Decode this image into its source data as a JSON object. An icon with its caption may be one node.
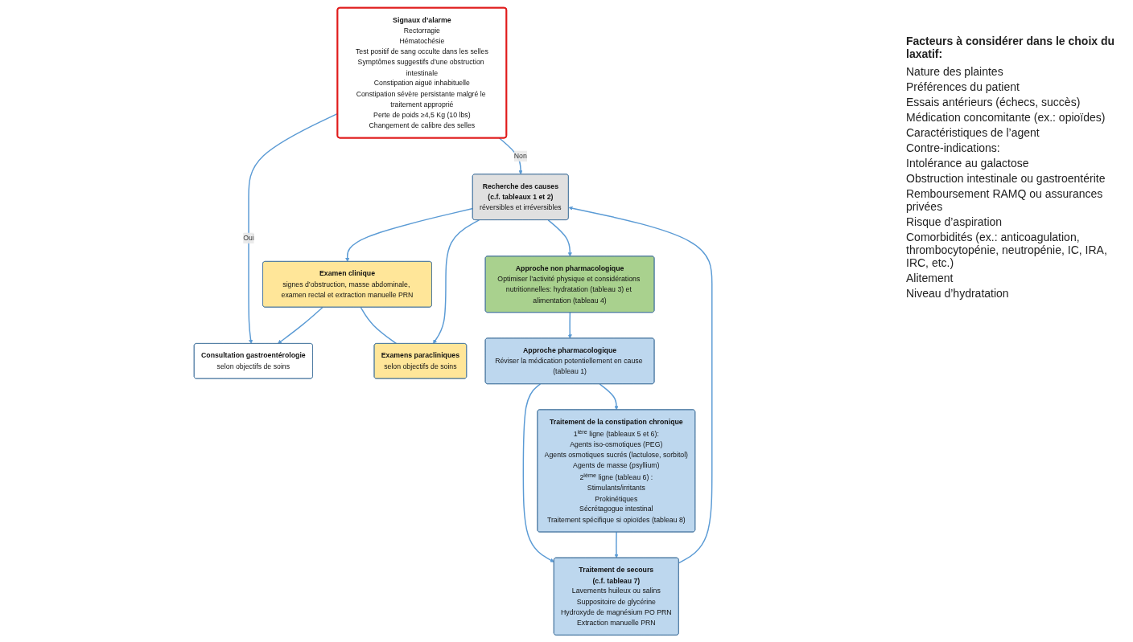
{
  "diagram": {
    "nodes": [
      {
        "text": [
          "Signaux d’alarme",
          "Rectorragie",
          "Hématochésie",
          "Test positif de sang occulte dans les selles",
          "Symptômes suggestifs d’une obstruction intestinale",
          "Constipation aiguë inhabituelle",
          "Constipation sévère persistante malgré le traitement approprié",
          "Perte de poids ≥4,5 Kg (10 lbs)",
          "Changement de calibre des selles"
        ]
      },
      {
        "text": [
          "Consultation gastroentérologie",
          "selon objectifs de soins"
        ]
      },
      {
        "text": [
          "Recherche des causes",
          "(c.f. tableaux 1 et 2)",
          "réversibles et irréversibles"
        ]
      },
      {
        "text": [
          "Examen clinique",
          "signes d’obstruction, masse abdominale, examen rectal et extraction manuelle PRN"
        ]
      },
      {
        "text": [
          "Examens paracliniques",
          "selon objectifs de soins"
        ]
      },
      {
        "text": [
          "Approche non pharmacologique",
          "Optimiser l’activité physique et considérations nutritionnelles: hydratation (tableau 3) et alimentation (tableau 4)"
        ]
      },
      {
        "text": [
          "Approche pharmacologique",
          "Réviser la médication potentiellement en cause (tableau 1)"
        ]
      },
      {
        "text": [
          "Traitement de secours",
          "(c.f. tableau 7)",
          "Lavements huileux ou salins",
          "Suppositoire de glycérine",
          "Hydroxyde de magnésium PO PRN",
          "Extraction manuelle PRN"
        ]
      },
      {
        "text": [
          "Traitement de la constipation chronique",
          "1$^{ière}$ ligne (tableaux 5 et 6):",
          "Agents iso-osmotiques (PEG)",
          "Agents osmotiques sucrés (lactulose, sorbitol)",
          "Agents de masse (psyllium)",
          "2$^{ième}$ ligne (tableau 6) :",
          "Stimulants/irritants",
          "Prokinétiques",
          "Sécrétagogue intestinal",
          "Traitement spécifique si opioïdes (tableau 8)"
        ]
      }
    ],
    "edges": [
      {
        "from": 0,
        "to": 1,
        "arrow": "to",
        "label": "Oui"
      },
      {
        "from": 0,
        "to": 2,
        "arrow": "to",
        "label": "Non"
      },
      {
        "from": 2,
        "to": 3,
        "arrow": "to"
      },
      {
        "from": 2,
        "to": 4,
        "arrow": "to"
      },
      {
        "from": 3,
        "to": 1,
        "arrow": "to"
      },
      {
        "from": 3,
        "to": 4,
        "arrow": "none"
      },
      {
        "from": 2,
        "to": 5,
        "arrow": "to"
      },
      {
        "from": 5,
        "to": 6,
        "arrow": "to"
      },
      {
        "from": 6,
        "to": 7,
        "arrow": "to"
      },
      {
        "from": 6,
        "to": 8,
        "arrow": "to"
      },
      {
        "from": 8,
        "to": 7,
        "arrow": "to"
      },
      {
        "from": 7,
        "to": 2,
        "arrow": "to"
      }
    ],
    "labels": [
      "Facteurs à considérer dans le choix du laxatif:",
      "Nature des plaintes",
      "Préférences du patient",
      "Essais antérieurs (échecs, succès)",
      "Médication concomitante (ex.: opioïdes)",
      "Caractéristiques de l’agent",
      "Contre-indications:",
      "Intolérance au galactose",
      "Obstruction intestinale ou gastroentérite",
      "Remboursement RAMQ ou assurances privées",
      "Risque d’aspiration",
      "Comorbidités (ex.: anticoagulation, thrombocytopénie, neutropénie, IC, IRA, IRC, etc.)",
      "Alitement",
      "Niveau d’hydratation"
    ]
  }
}
